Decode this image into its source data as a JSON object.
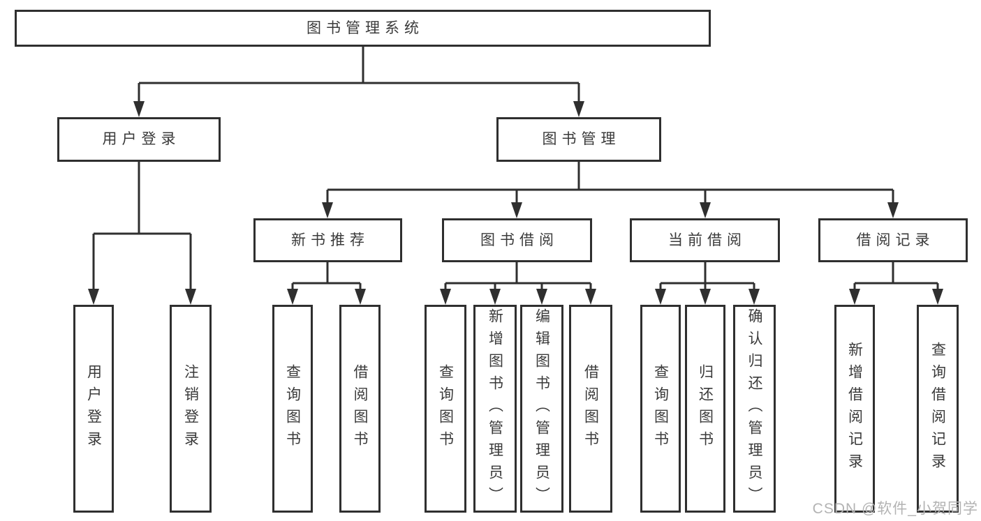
{
  "diagram": {
    "root": {
      "label": "图书管理系统"
    },
    "user_login": {
      "label": "用户登录",
      "children": [
        {
          "label": "用户登录"
        },
        {
          "label": "注销登录"
        }
      ]
    },
    "book_management": {
      "label": "图书管理",
      "sections": [
        {
          "label": "新书推荐",
          "children": [
            {
              "label": "查询图书"
            },
            {
              "label": "借阅图书"
            }
          ]
        },
        {
          "label": "图书借阅",
          "children": [
            {
              "label": "查询图书"
            },
            {
              "label": "新增图书（管理员）"
            },
            {
              "label": "编辑图书（管理员）"
            },
            {
              "label": "借阅图书"
            }
          ]
        },
        {
          "label": "当前借阅",
          "children": [
            {
              "label": "查询图书"
            },
            {
              "label": "归还图书"
            },
            {
              "label": "确认归还（管理员）"
            }
          ]
        },
        {
          "label": "借阅记录",
          "children": [
            {
              "label": "新增借阅记录"
            },
            {
              "label": "查询借阅记录"
            }
          ]
        }
      ]
    }
  },
  "watermark": {
    "text": "CSDN @软件_小贺同学"
  },
  "colors": {
    "line": "#2f2f2f",
    "box_border": "#2f2f2f",
    "text": "#3a3a3a",
    "background": "#ffffff",
    "watermark": "#b3b3b3"
  }
}
